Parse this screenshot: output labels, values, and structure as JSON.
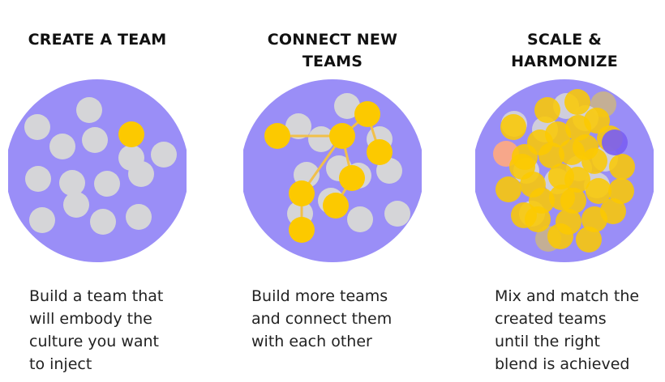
{
  "colors": {
    "circle": "#9a8ef7",
    "dot_gray": "#d5d5d8",
    "dot_yellow": "#fcc900",
    "connector": "#f1c04a",
    "accent_orange": "#f7a78a",
    "accent_purple": "#7b5ff2",
    "accent_tan": "#c9b28a",
    "title": "#111111",
    "text": "#222222"
  },
  "panels": [
    {
      "title_lines": [
        "CREATE A TEAM"
      ],
      "description_lines": [
        "Build a team that",
        "will embody the",
        "culture you want",
        "to inject"
      ]
    },
    {
      "title_lines": [
        "CONNECT NEW",
        "TEAMS"
      ],
      "description_lines": [
        "Build more teams",
        "and connect them",
        "with each other"
      ]
    },
    {
      "title_lines": [
        "SCALE &",
        "HARMONIZE"
      ],
      "description_lines": [
        "Mix and match the",
        "created teams",
        "until the right",
        "blend is achieved"
      ]
    }
  ]
}
